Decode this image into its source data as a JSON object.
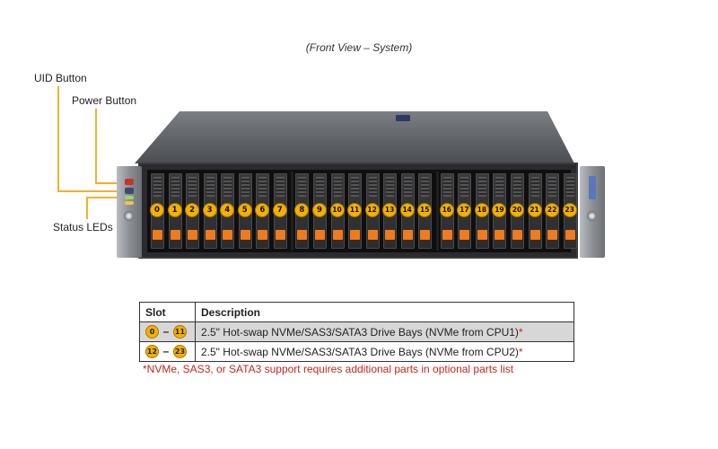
{
  "title": "(Front View – System)",
  "callouts": {
    "uid_button": "UID Button",
    "power_button": "Power Button",
    "status_leds": "Status LEDs"
  },
  "colors": {
    "callout_line": "#f2b12b",
    "badge": "#f4b000",
    "drive_tab": "#f07a1c",
    "footnote": "#c0281a"
  },
  "drive_bays": [
    "0",
    "1",
    "2",
    "3",
    "4",
    "5",
    "6",
    "7",
    "8",
    "9",
    "10",
    "11",
    "12",
    "13",
    "14",
    "15",
    "16",
    "17",
    "18",
    "19",
    "20",
    "21",
    "22",
    "23"
  ],
  "table": {
    "headers": {
      "slot": "Slot",
      "description": "Description"
    },
    "rows": [
      {
        "slot_from": "0",
        "dash": "–",
        "slot_to": "11",
        "description": "2.5\" Hot-swap NVMe/SAS3/SATA3 Drive Bays (NVMe from CPU1)",
        "mark": "*"
      },
      {
        "slot_from": "12",
        "dash": "–",
        "slot_to": "23",
        "description": "2.5\" Hot-swap NVMe/SAS3/SATA3 Drive Bays (NVMe from CPU2)",
        "mark": "*"
      }
    ]
  },
  "footnote": "*NVMe, SAS3, or SATA3 support requires additional parts in optional parts list"
}
